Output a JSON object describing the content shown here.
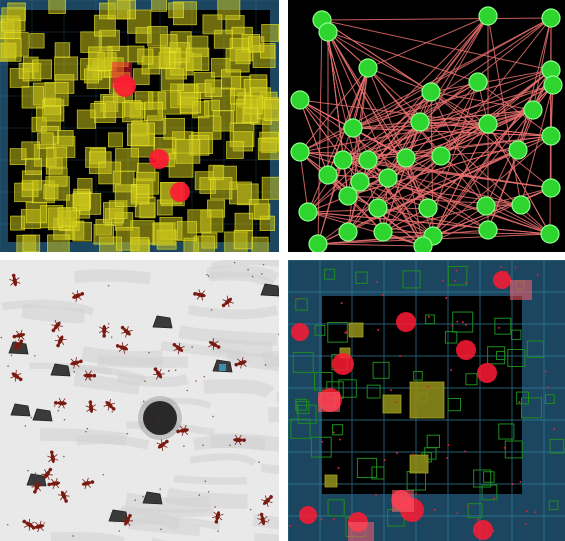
{
  "panels": [
    {
      "id": "quadtree-boxes",
      "kind": "spatial-grid-visualization"
    },
    {
      "id": "node-graph",
      "kind": "network-graph-visualization"
    },
    {
      "id": "ant-simulation",
      "kind": "ant-colony-render"
    },
    {
      "id": "spatial-grid",
      "kind": "grid-cells-visualization"
    }
  ],
  "colors": {
    "panel_bg_dark_teal": "#1c4560",
    "black_region": "#000000",
    "yellow_box_fill": "#c8c21c",
    "yellow_box_stroke": "#f2ef2a",
    "red_agent": "#ff1a33",
    "green_node": "#2fd52f",
    "graph_edge": "#e8706e",
    "sand_light": "#e9e9e9",
    "ant_body": "#7a1a10",
    "grid_line": "#2f7f9c",
    "green_cell": "#1e8c1e",
    "olive_cell": "#8c8a1a"
  }
}
